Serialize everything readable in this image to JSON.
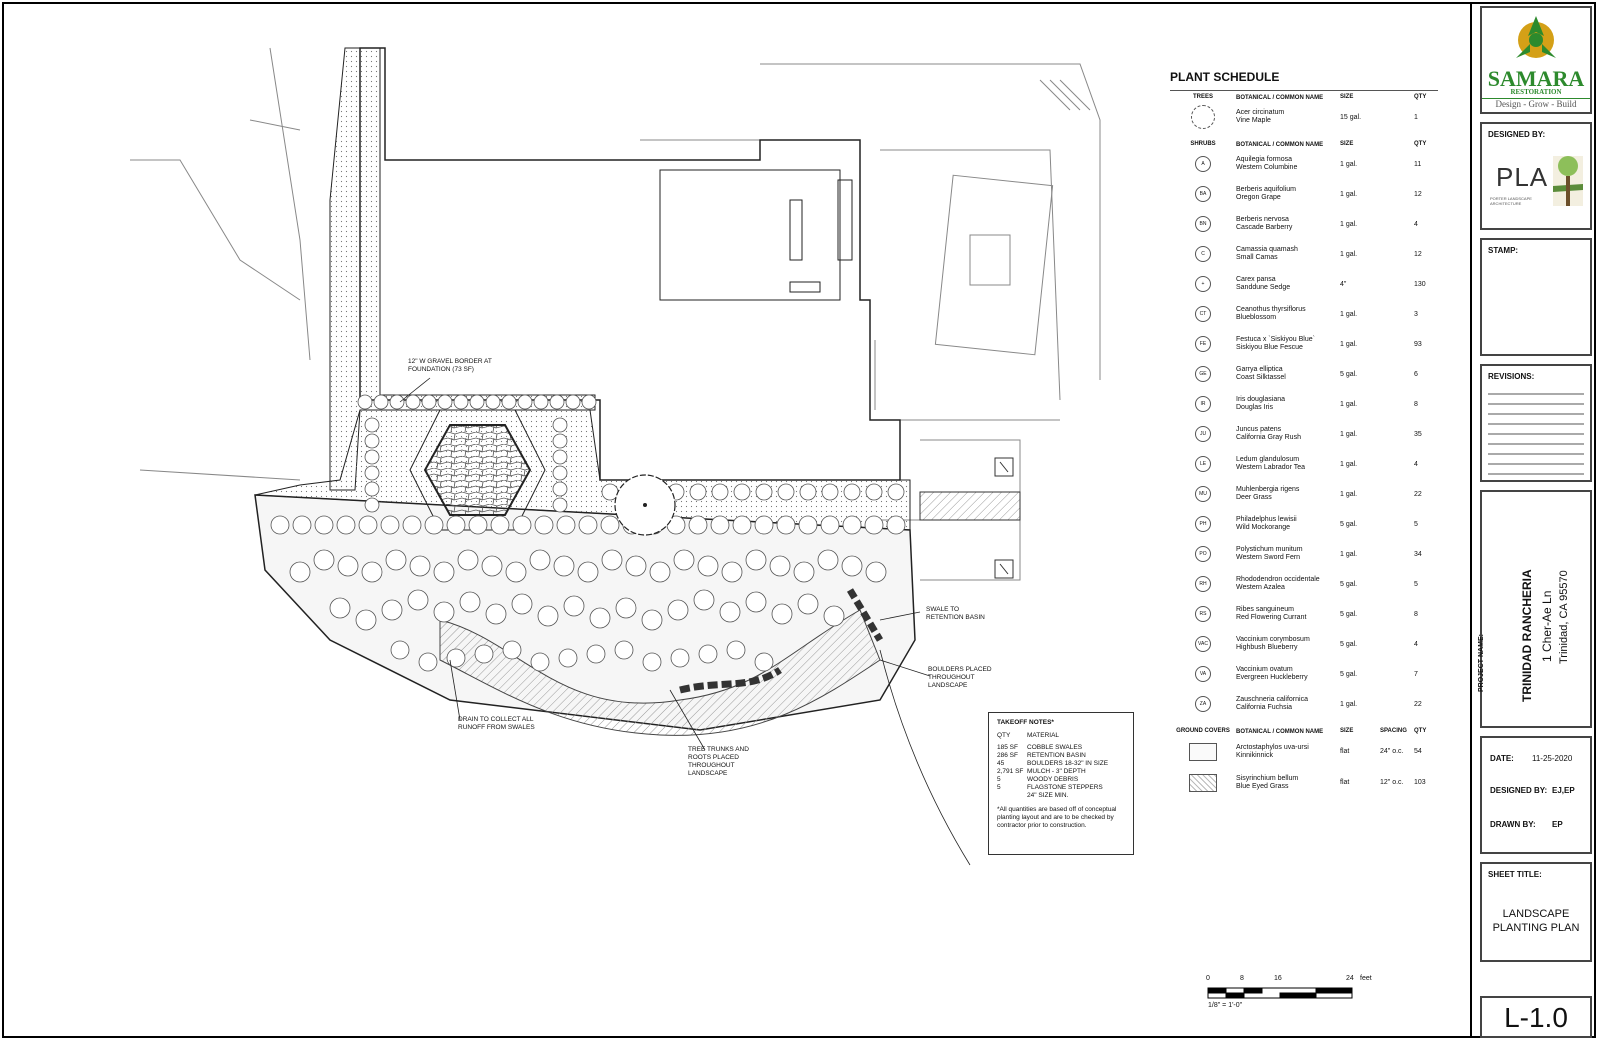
{
  "schedule": {
    "title": "PLANT SCHEDULE",
    "trees_header": {
      "cat": "TREES",
      "name": "BOTANICAL / COMMON NAME",
      "size": "SIZE",
      "qty": "QTY"
    },
    "trees": [
      {
        "code": "",
        "botanical": "Acer circinatum",
        "common": "Vine Maple",
        "size": "15 gal.",
        "qty": "1"
      }
    ],
    "shrubs_header": {
      "cat": "SHRUBS",
      "name": "BOTANICAL / COMMON NAME",
      "size": "SIZE",
      "qty": "QTY"
    },
    "shrubs": [
      {
        "code": "A",
        "botanical": "Aquilegia formosa",
        "common": "Western Columbine",
        "size": "1 gal.",
        "qty": "11"
      },
      {
        "code": "BA",
        "botanical": "Berberis aquifolium",
        "common": "Oregon Grape",
        "size": "1 gal.",
        "qty": "12"
      },
      {
        "code": "BN",
        "botanical": "Berberis nervosa",
        "common": "Cascade Barberry",
        "size": "1 gal.",
        "qty": "4"
      },
      {
        "code": "C",
        "botanical": "Camassia quamash",
        "common": "Small Camas",
        "size": "1 gal.",
        "qty": "12"
      },
      {
        "code": "+",
        "botanical": "Carex pansa",
        "common": "Sanddune Sedge",
        "size": "4\"",
        "qty": "130"
      },
      {
        "code": "CT",
        "botanical": "Ceanothus thyrsiflorus",
        "common": "Blueblossom",
        "size": "1 gal.",
        "qty": "3"
      },
      {
        "code": "FE",
        "botanical": "Festuca x `Siskiyou Blue`",
        "common": "Siskiyou Blue Fescue",
        "size": "1 gal.",
        "qty": "93"
      },
      {
        "code": "GE",
        "botanical": "Garrya elliptica",
        "common": "Coast Silktassel",
        "size": "5 gal.",
        "qty": "6"
      },
      {
        "code": "IR",
        "botanical": "Iris douglasiana",
        "common": "Douglas Iris",
        "size": "1 gal.",
        "qty": "8"
      },
      {
        "code": "JU",
        "botanical": "Juncus patens",
        "common": "California Gray Rush",
        "size": "1 gal.",
        "qty": "35"
      },
      {
        "code": "LE",
        "botanical": "Ledum glandulosum",
        "common": "Western Labrador Tea",
        "size": "1 gal.",
        "qty": "4"
      },
      {
        "code": "MU",
        "botanical": "Muhlenbergia rigens",
        "common": "Deer Grass",
        "size": "1 gal.",
        "qty": "22"
      },
      {
        "code": "PH",
        "botanical": "Philadelphus lewisii",
        "common": "Wild Mockorange",
        "size": "5 gal.",
        "qty": "5"
      },
      {
        "code": "PO",
        "botanical": "Polystichum munitum",
        "common": "Western Sword Fern",
        "size": "1 gal.",
        "qty": "34"
      },
      {
        "code": "RH",
        "botanical": "Rhododendron occidentale",
        "common": "Western Azalea",
        "size": "5 gal.",
        "qty": "5"
      },
      {
        "code": "RS",
        "botanical": "Ribes sanguineum",
        "common": "Red Flowering Currant",
        "size": "5 gal.",
        "qty": "8"
      },
      {
        "code": "VAC",
        "botanical": "Vaccinium corymbosum",
        "common": "Highbush Blueberry",
        "size": "5 gal.",
        "qty": "4"
      },
      {
        "code": "VA",
        "botanical": "Vaccinium ovatum",
        "common": "Evergreen Huckleberry",
        "size": "5 gal.",
        "qty": "7"
      },
      {
        "code": "ZA",
        "botanical": "Zauschneria californica",
        "common": "California Fuchsia",
        "size": "1 gal.",
        "qty": "22"
      }
    ],
    "ground_header": {
      "cat": "GROUND COVERS",
      "name": "BOTANICAL / COMMON NAME",
      "size": "SIZE",
      "spacing": "SPACING",
      "qty": "QTY"
    },
    "ground": [
      {
        "botanical": "Arctostaphylos uva-ursi",
        "common": "Kinnikinnick",
        "size": "flat",
        "spacing": "24\" o.c.",
        "qty": "54"
      },
      {
        "botanical": "Sisyrinchium bellum",
        "common": "Blue Eyed Grass",
        "size": "flat",
        "spacing": "12\" o.c.",
        "qty": "103"
      }
    ]
  },
  "notes": {
    "title": "TAKEOFF NOTES*",
    "qty_h": "QTY",
    "mat_h": "MATERIAL",
    "items": [
      {
        "qty": "185 SF",
        "material": "COBBLE SWALES"
      },
      {
        "qty": "286 SF",
        "material": "RETENTION BASIN"
      },
      {
        "qty": "45",
        "material": "BOULDERS 18-32\" IN SIZE"
      },
      {
        "qty": "2,791 SF",
        "material": "MULCH - 3\" DEPTH"
      },
      {
        "qty": "5",
        "material": "WOODY DEBRIS"
      },
      {
        "qty": "5",
        "material": "FLAGSTONE STEPPERS"
      },
      {
        "qty": "",
        "material": "24\" SIZE MIN."
      }
    ],
    "footnote": "*All quantities are based off of conceptual planting layout and are to be checked by contractor prior to construction."
  },
  "callouts": {
    "gravel": "12\" W GRAVEL BORDER AT FOUNDATION (73 SF)",
    "drain": "DRAIN TO COLLECT ALL RUNOFF FROM SWALES",
    "trunks": "TREE TRUNKS AND ROOTS PLACED THROUGHOUT LANDSCAPE",
    "swale": "SWALE TO RETENTION BASIN",
    "boulders": "BOULDERS PLACED THROUGHOUT LANDSCAPE"
  },
  "scale": {
    "ticks": [
      "0",
      "8",
      "16",
      "24"
    ],
    "unit": "feet",
    "ratio": "1/8\" = 1'-0\""
  },
  "titleblock": {
    "logo_name": "SAMARA",
    "logo_sub": "RESTORATION",
    "logo_tagline": "Design - Grow - Build",
    "designed_by_label": "DESIGNED BY:",
    "firm_abbr": "PLA",
    "firm_name": "PORTER LANDSCAPE ARCHITECTURE",
    "stamp_label": "STAMP:",
    "revisions_label": "REVISIONS:",
    "project_label": "PROJECT NAME:",
    "project_name": "TRINIDAD RANCHERIA",
    "project_addr": "1 Cher-Ae Ln",
    "project_city": "Trinidad, CA 95570",
    "date_label": "DATE:",
    "date_value": "11-25-2020",
    "designer_label": "DESIGNED BY:",
    "designer_value": "EJ,EP",
    "drawn_label": "DRAWN BY:",
    "drawn_value": "EP",
    "sheet_title_label": "SHEET TITLE:",
    "sheet_title_1": "LANDSCAPE",
    "sheet_title_2": "PLANTING PLAN",
    "sheet_number": "L-1.0"
  },
  "colors": {
    "logo_green": "#2d8a2d",
    "logo_gold": "#d4a017",
    "mulch": "#e4e4e4",
    "cobble": "#555555"
  }
}
